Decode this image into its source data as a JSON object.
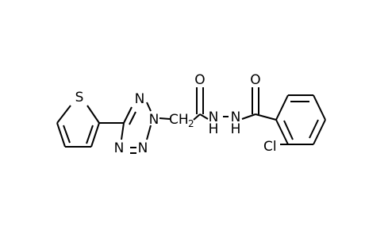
{
  "structure": {
    "atoms": {
      "S": "S",
      "N1": "N",
      "N2": "N",
      "N3": "N",
      "N4": "N",
      "CH": "CH",
      "CH_sub": "2",
      "O1": "O",
      "NH1": "N",
      "H1": "H",
      "NH2": "N",
      "H2": "H",
      "O2": "O",
      "Cl": "Cl"
    },
    "colors": {
      "ink": "#000000",
      "background": "#ffffff"
    }
  }
}
